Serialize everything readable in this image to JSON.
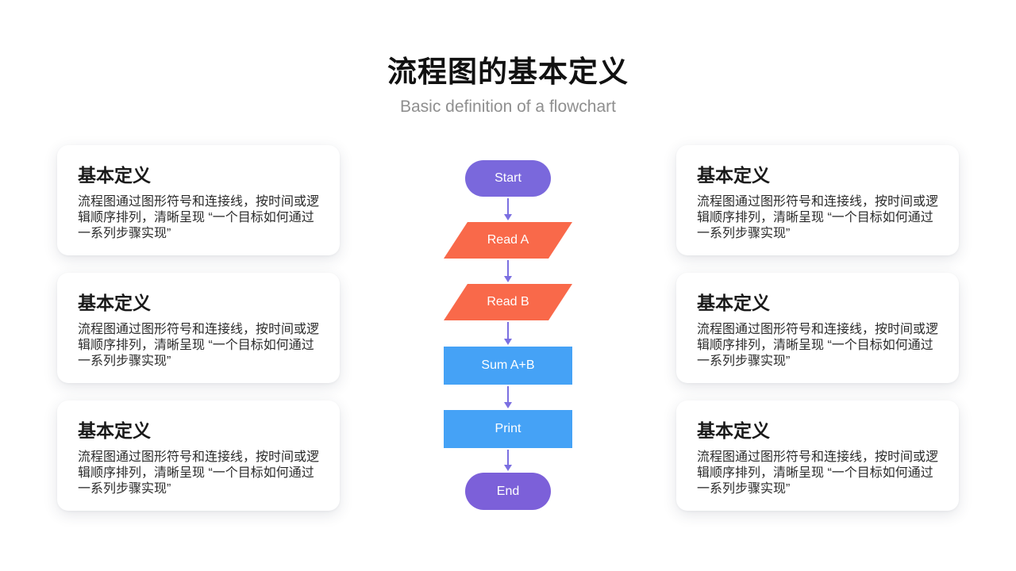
{
  "header": {
    "title": "流程图的基本定义",
    "subtitle": "Basic definition of a flowchart"
  },
  "cards": [
    {
      "title": "基本定义",
      "body": "流程图通过图形符号和连接线，按时间或逻辑顺序排列，清晰呈现 “一个目标如何通过一系列步骤实现”"
    },
    {
      "title": "基本定义",
      "body": "流程图通过图形符号和连接线，按时间或逻辑顺序排列，清晰呈现 “一个目标如何通过一系列步骤实现”"
    },
    {
      "title": "基本定义",
      "body": "流程图通过图形符号和连接线，按时间或逻辑顺序排列，清晰呈现 “一个目标如何通过一系列步骤实现”"
    },
    {
      "title": "基本定义",
      "body": "流程图通过图形符号和连接线，按时间或逻辑顺序排列，清晰呈现 “一个目标如何通过一系列步骤实现”"
    },
    {
      "title": "基本定义",
      "body": "流程图通过图形符号和连接线，按时间或逻辑顺序排列，清晰呈现 “一个目标如何通过一系列步骤实现”"
    },
    {
      "title": "基本定义",
      "body": "流程图通过图形符号和连接线，按时间或逻辑顺序排列，清晰呈现 “一个目标如何通过一系列步骤实现”"
    }
  ],
  "flowchart": {
    "nodes": [
      {
        "id": "start",
        "label": "Start",
        "shape": "terminator",
        "color": "#7a68dc"
      },
      {
        "id": "read-a",
        "label": "Read A",
        "shape": "io",
        "color": "#f9694a"
      },
      {
        "id": "read-b",
        "label": "Read B",
        "shape": "io",
        "color": "#f9694a"
      },
      {
        "id": "sum-a-b",
        "label": "Sum A+B",
        "shape": "process",
        "color": "#45a2f6"
      },
      {
        "id": "print",
        "label": "Print",
        "shape": "process",
        "color": "#45a2f6"
      },
      {
        "id": "end",
        "label": "End",
        "shape": "terminator",
        "color": "#7c60d9"
      }
    ],
    "edges": [
      {
        "from": "start",
        "to": "read-a"
      },
      {
        "from": "read-a",
        "to": "read-b"
      },
      {
        "from": "read-b",
        "to": "sum-a-b"
      },
      {
        "from": "sum-a-b",
        "to": "print"
      },
      {
        "from": "print",
        "to": "end"
      }
    ],
    "arrow_color": "#7b6fe1"
  },
  "colors": {
    "background": "#ffffff",
    "title_text": "#111111",
    "subtitle_text": "#8f8f8f",
    "card_title_text": "#1a1a1a",
    "card_body_text": "#2b2b2b",
    "node_text": "#ffffff"
  }
}
